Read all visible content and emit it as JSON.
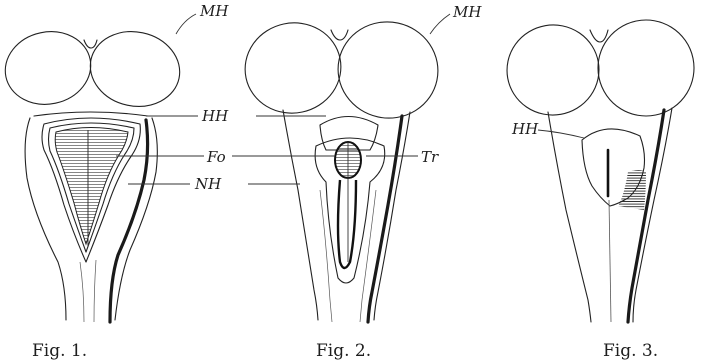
{
  "plate": {
    "figures": [
      {
        "id": "fig1",
        "caption": "Fig. 1."
      },
      {
        "id": "fig2",
        "caption": "Fig. 2."
      },
      {
        "id": "fig3",
        "caption": "Fig. 3."
      }
    ],
    "labels": {
      "mh_fig1": "MH",
      "mh_fig2": "MH",
      "hh_fig1": "HH",
      "fo": "Fo",
      "tr": "Tr",
      "nh": "NH",
      "hh_fig3": "HH"
    }
  }
}
